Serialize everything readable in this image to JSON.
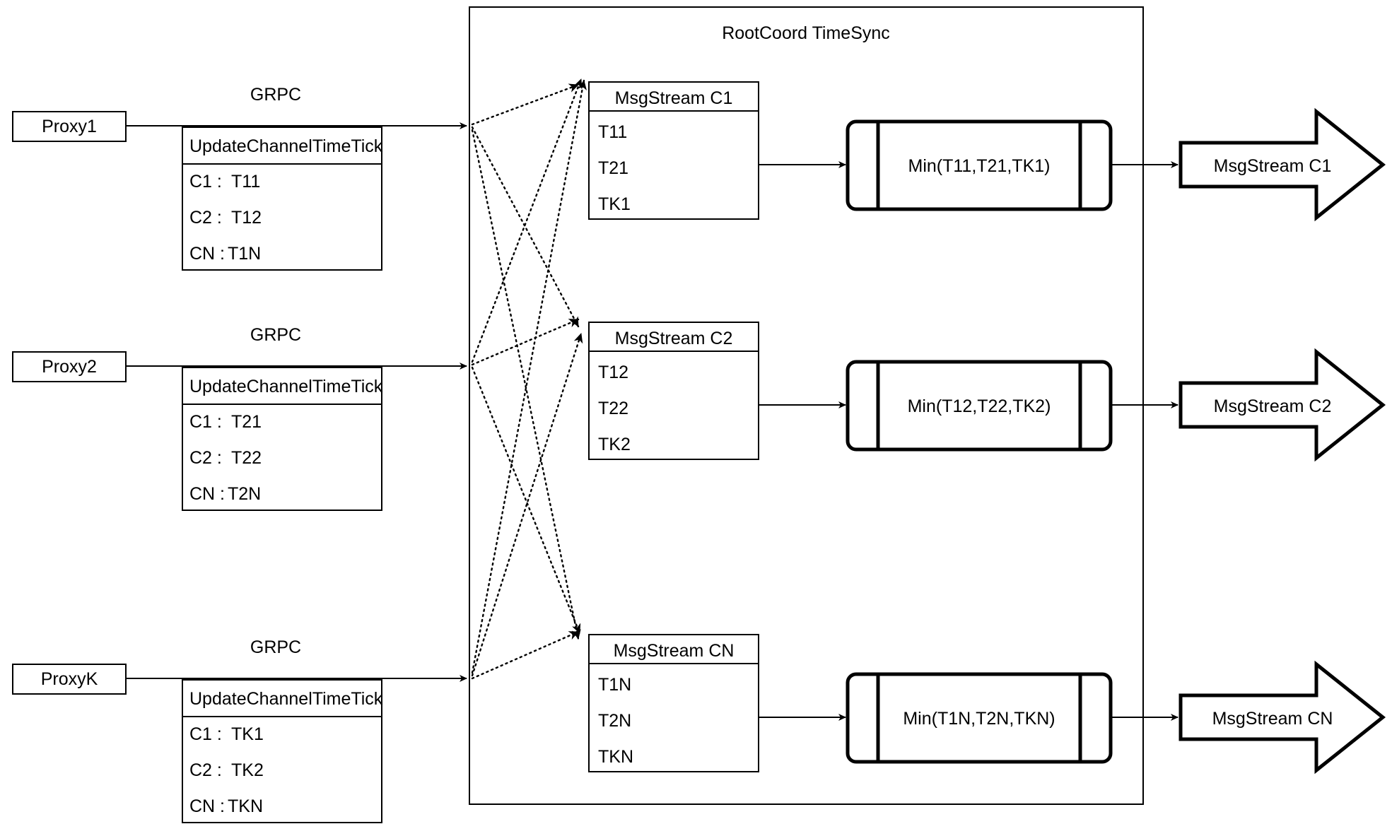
{
  "diagram": {
    "container_title": "RootCoord TimeSync",
    "link_label": "GRPC",
    "proxies": [
      {
        "name": "Proxy1",
        "link_label": "GRPC",
        "message_title": "UpdateChannelTimeTick",
        "entries": [
          {
            "channel": "C1 :",
            "value": "T11"
          },
          {
            "channel": "C2 :",
            "value": "T12"
          },
          {
            "channel": "CN :",
            "value": "T1N"
          }
        ]
      },
      {
        "name": "Proxy2",
        "link_label": "GRPC",
        "message_title": "UpdateChannelTimeTick",
        "entries": [
          {
            "channel": "C1 :",
            "value": "T21"
          },
          {
            "channel": "C2 :",
            "value": "T22"
          },
          {
            "channel": "CN :",
            "value": "T2N"
          }
        ]
      },
      {
        "name": "ProxyK",
        "link_label": "GRPC",
        "message_title": "UpdateChannelTimeTick",
        "entries": [
          {
            "channel": "C1 :",
            "value": "TK1"
          },
          {
            "channel": "C2 :",
            "value": "TK2"
          },
          {
            "channel": "CN :",
            "value": "TKN"
          }
        ]
      }
    ],
    "channels": [
      {
        "stream_title": "MsgStream C1",
        "timestamps": [
          "T11",
          "T21",
          "TK1"
        ],
        "min_label": "Min(T11,T21,TK1)",
        "output_label": "MsgStream C1"
      },
      {
        "stream_title": "MsgStream C2",
        "timestamps": [
          "T12",
          "T22",
          "TK2"
        ],
        "min_label": "Min(T12,T22,TK2)",
        "output_label": "MsgStream C2"
      },
      {
        "stream_title": "MsgStream CN",
        "timestamps": [
          "T1N",
          "T2N",
          "TKN"
        ],
        "min_label": "Min(T1N,T2N,TKN)",
        "output_label": "MsgStream CN"
      }
    ],
    "colors": {
      "stroke": "#000000",
      "fill": "#ffffff"
    }
  }
}
